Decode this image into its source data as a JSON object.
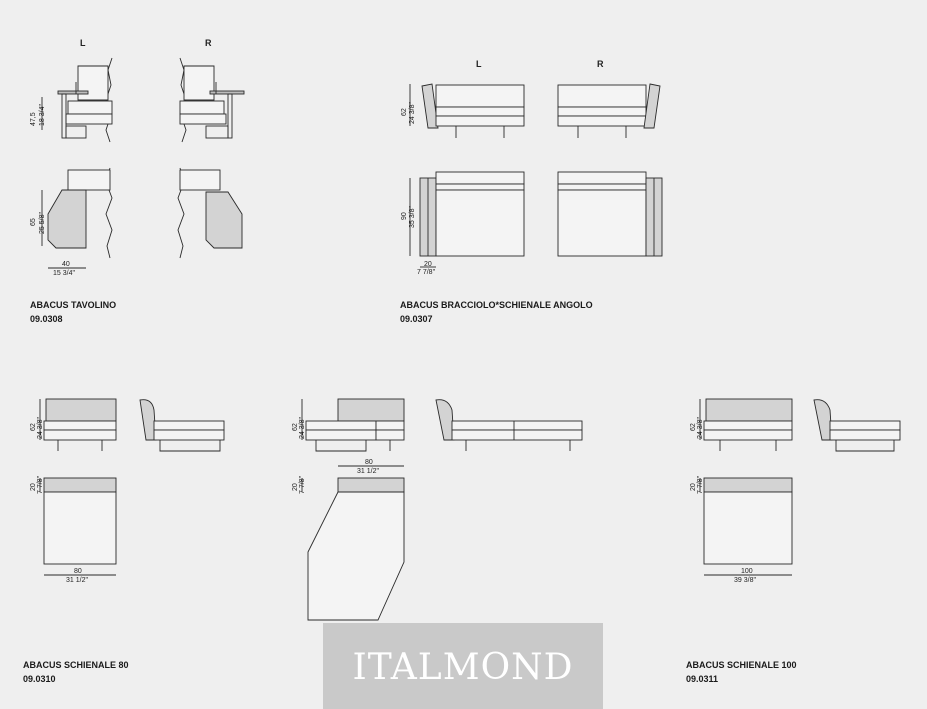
{
  "products": [
    {
      "name": "ABACUS TAVOLINO",
      "code": "09.0308"
    },
    {
      "name": "ABACUS BRACCIOLO*SCHIENALE ANGOLO",
      "code": "09.0307"
    },
    {
      "name": "ABACUS SCHIENALE 80",
      "code": "09.0310"
    },
    {
      "name": "ABACUS SCHIENALE 100",
      "code": "09.0311"
    }
  ],
  "side_labels": {
    "left": "L",
    "right": "R"
  },
  "dimensions": {
    "tavolino_height_cm": "47,5",
    "tavolino_height_in": "18 3/4\"",
    "tavolino_depth_cm": "65",
    "tavolino_depth_in": "25 5/8\"",
    "tavolino_width_cm": "40",
    "tavolino_width_in": "15 3/4\"",
    "angolo_height_cm": "62",
    "angolo_height_in": "24 3/8\"",
    "angolo_depth_cm": "90",
    "angolo_depth_in": "35 3/8\"",
    "angolo_arm_cm": "20",
    "angolo_arm_in": "7 7/8\"",
    "s80_height_cm": "62",
    "s80_height_in": "24 3/8\"",
    "s80_back_cm": "20",
    "s80_back_in": "7 7/8\"",
    "s80_width_cm": "80",
    "s80_width_in": "31 1/2\"",
    "corner_height_cm": "62",
    "corner_height_in": "24 3/8\"",
    "corner_width_cm": "80",
    "corner_width_in": "31 1/2\"",
    "corner_back_cm": "20",
    "corner_back_in": "7 7/8\"",
    "s100_height_cm": "62",
    "s100_height_in": "24 3/8\"",
    "s100_back_cm": "20",
    "s100_back_in": "7 7/8\"",
    "s100_width_cm": "100",
    "s100_width_in": "39 3/8\""
  },
  "watermark": "ITALMOND",
  "colors": {
    "background": "#efefef",
    "line": "#2a2a2a",
    "cushion": "#d3d3d3",
    "watermark_panel": "#c9c9c9"
  }
}
